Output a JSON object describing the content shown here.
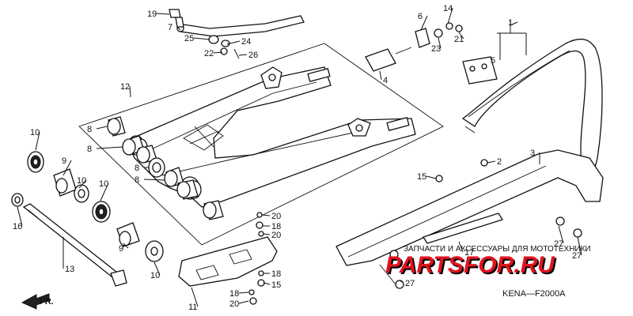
{
  "diagram": {
    "code": "KENA—F2000A",
    "front_marker": "FR.",
    "watermark": {
      "brand": "PARTSFOR.RU",
      "tagline": "ЗАПЧАСТИ И АКСЕССУАРЫ ДЛЯ МОТОТЕХНИКИ"
    },
    "callouts": [
      "19",
      "7",
      "25",
      "24",
      "22",
      "26",
      "6",
      "14",
      "23",
      "21",
      "1",
      "5",
      "4",
      "12",
      "8",
      "8",
      "8",
      "8",
      "10",
      "9",
      "10",
      "10",
      "16",
      "13",
      "9",
      "10",
      "11",
      "20",
      "18",
      "20",
      "18",
      "18",
      "20",
      "15",
      "15",
      "2",
      "3",
      "17",
      "27",
      "27",
      "27"
    ]
  },
  "colors": {
    "line": "#111111",
    "watermark": "#e0141e",
    "watermark_shadow": "#000000"
  }
}
